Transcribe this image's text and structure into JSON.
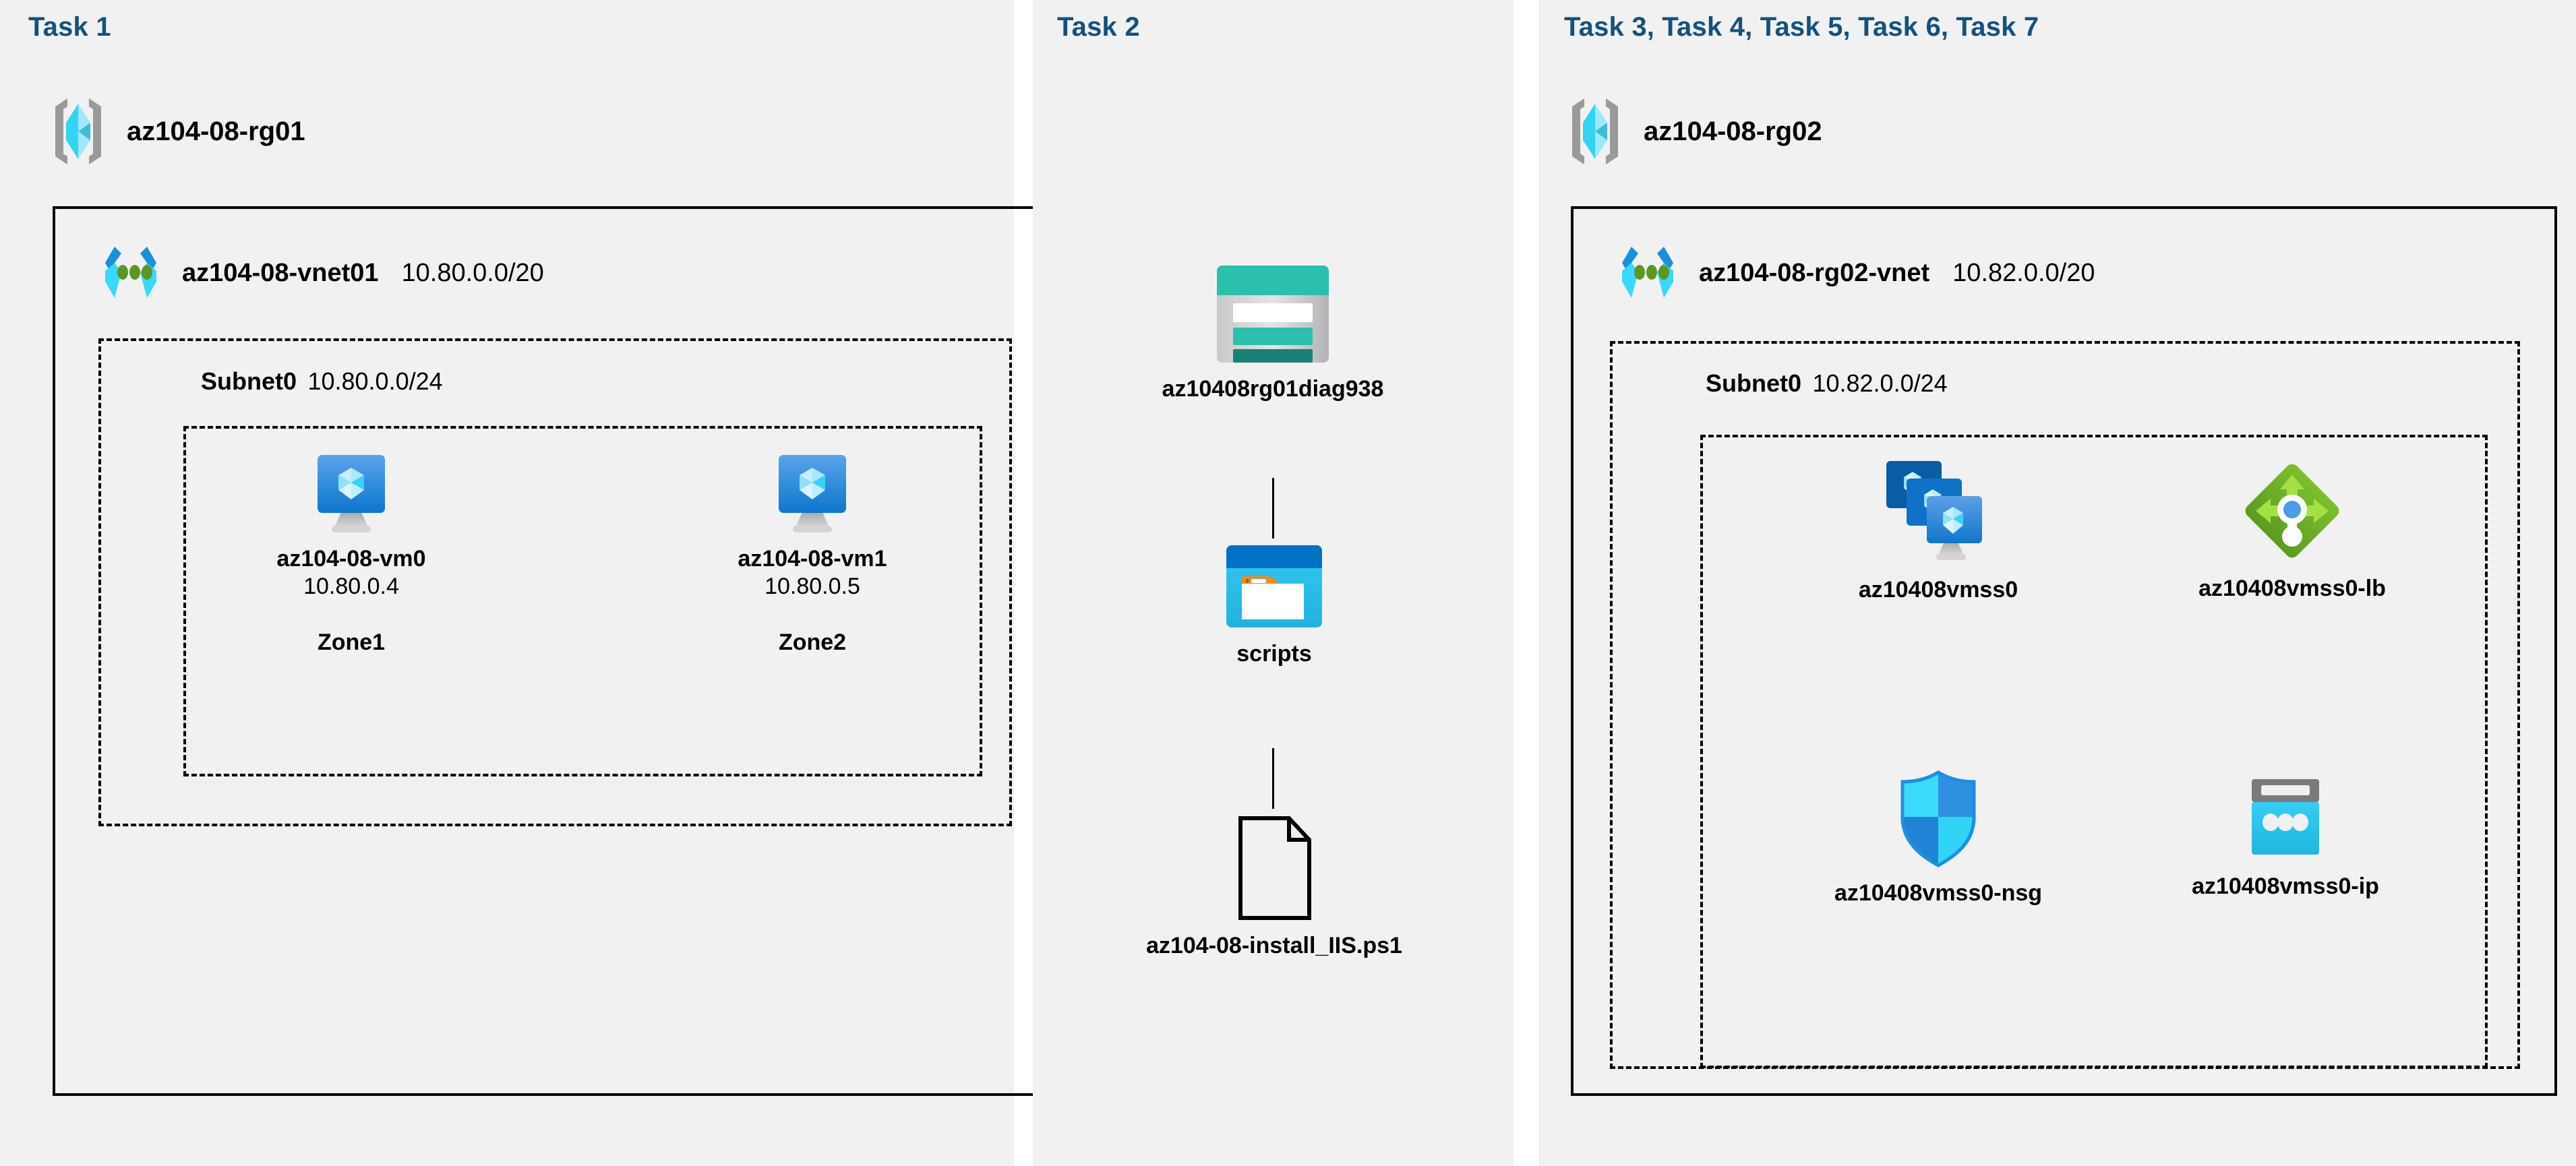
{
  "colors": {
    "panel_bg": "#f1f1f1",
    "page_bg": "#ffffff",
    "task_label": "#13517E",
    "border": "#000000",
    "vm_blue_top": "#56a0e8",
    "vm_blue_bottom": "#0c76cd",
    "stand_gray": "#bfbfbf",
    "cube_light": "#9fe7fa",
    "cube_cyan": "#32d4f5",
    "rg_bracket_gray": "#9a9a9a",
    "storage_teal": "#2bbfae",
    "storage_dark_teal": "#1b8176",
    "storage_gray": "#b9b9b9",
    "fileshare_header": "#0072c6",
    "fileshare_body": "#32c5f4",
    "folder_orange": "#f0881f",
    "lb_green": "#76bc2d",
    "lb_green_dark": "#5e9f22",
    "lb_arrow": "#a3e043",
    "lb_dot_blue": "#4c9ae8",
    "nsg_cyan": "#32d4f5",
    "nsg_blue": "#2f8fe0",
    "ip_header_gray": "#7a7a7a",
    "ip_body_cyan": "#32c5f4",
    "vnet_chevron_blue": "#1c8fd8",
    "vnet_chevron_cyan": "#3ad9fb",
    "vnet_dot_green": "#5e9624"
  },
  "panels": [
    {
      "id": "task1",
      "task_label": "Task 1",
      "resource_group": {
        "name": "az104-08-rg01",
        "icon": "resource-group-icon"
      },
      "vnet": {
        "name": "az104-08-vnet01",
        "cidr": "10.80.0.0/20",
        "icon": "virtual-network-icon"
      },
      "subnet": {
        "name": "Subnet0",
        "cidr": "10.80.0.0/24"
      },
      "nodes": [
        {
          "icon": "virtual-machine-icon",
          "name": "az104-08-vm0",
          "ip": "10.80.0.4",
          "zone": "Zone1"
        },
        {
          "icon": "virtual-machine-icon",
          "name": "az104-08-vm1",
          "ip": "10.80.0.5",
          "zone": "Zone2"
        }
      ]
    },
    {
      "id": "task2",
      "task_label": "Task 2",
      "nodes": [
        {
          "icon": "storage-account-icon",
          "name": "az10408rg01diag938"
        },
        {
          "icon": "file-share-icon",
          "name": "scripts"
        },
        {
          "icon": "script-file-icon",
          "name": "az104-08-install_IIS.ps1"
        }
      ]
    },
    {
      "id": "task3to7",
      "task_label": "Task 3, Task 4, Task 5, Task 6, Task 7",
      "resource_group": {
        "name": "az104-08-rg02",
        "icon": "resource-group-icon"
      },
      "vnet": {
        "name": "az104-08-rg02-vnet",
        "cidr": "10.82.0.0/20",
        "icon": "virtual-network-icon"
      },
      "subnet": {
        "name": "Subnet0",
        "cidr": "10.82.0.0/24"
      },
      "nodes": [
        {
          "icon": "vm-scale-set-icon",
          "name": "az10408vmss0"
        },
        {
          "icon": "load-balancer-icon",
          "name": "az10408vmss0-lb"
        },
        {
          "icon": "network-security-group-icon",
          "name": "az10408vmss0-nsg"
        },
        {
          "icon": "public-ip-address-icon",
          "name": "az10408vmss0-ip"
        }
      ]
    }
  ]
}
